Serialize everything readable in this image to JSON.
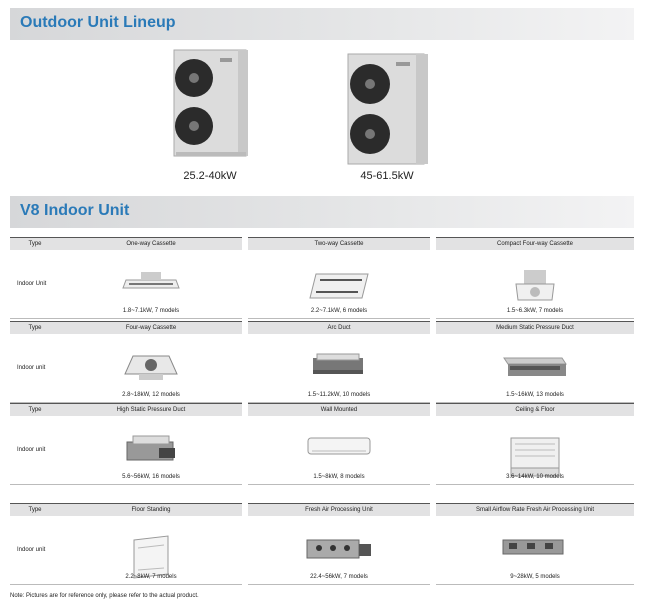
{
  "outdoor": {
    "title": "Outdoor Unit Lineup",
    "units": [
      {
        "capacity": "25.2-40kW"
      },
      {
        "capacity": "45-61.5kW"
      }
    ]
  },
  "indoor": {
    "title": "V8 Indoor Unit",
    "type_header": "Type",
    "blocks": [
      {
        "row_label": "Indoor Unit",
        "cells": [
          {
            "name": "One-way Cassette",
            "spec": "1.8~7.1kW, 7 models",
            "icon": "oneway-cassette-icon"
          },
          {
            "name": "Two-way Cassette",
            "spec": "2.2~7.1kW, 6 models",
            "icon": "twoway-cassette-icon"
          },
          {
            "name": "Compact Four-way Cassette",
            "spec": "1.5~6.3kW, 7 models",
            "icon": "compact-cassette-icon"
          }
        ]
      },
      {
        "row_label": "Indoor unit",
        "cells": [
          {
            "name": "Four-way Cassette",
            "spec": "2.8~18kW, 12 models",
            "icon": "fourway-cassette-icon"
          },
          {
            "name": "Arc Duct",
            "spec": "1.5~11.2kW, 10 models",
            "icon": "arc-duct-icon"
          },
          {
            "name": "Medium Static Pressure Duct",
            "spec": "1.5~16kW, 13 models",
            "icon": "medium-duct-icon"
          }
        ]
      },
      {
        "row_label": "Indoor unit",
        "cells": [
          {
            "name": "High Static Pressure Duct",
            "spec": "5.6~56kW, 16 models",
            "icon": "high-duct-icon"
          },
          {
            "name": "Wall Mounted",
            "spec": "1.5~8kW, 8 models",
            "icon": "wall-mounted-icon"
          },
          {
            "name": "Ceiling & Floor",
            "spec": "3.6~14kW, 10 models",
            "icon": "ceiling-floor-icon"
          }
        ]
      },
      {
        "row_label": "Indoor unit",
        "cells": [
          {
            "name": "Floor Standing",
            "spec": "2.2~8kW, 7 models",
            "icon": "floor-standing-icon"
          },
          {
            "name": "Fresh Air Processing Unit",
            "spec": "22.4~56kW, 7 models",
            "icon": "fresh-air-unit-icon"
          },
          {
            "name": "Small Airflow Rate Fresh Air Processing Unit",
            "spec": "9~28kW, 5 models",
            "icon": "small-fresh-air-unit-icon"
          }
        ]
      }
    ]
  },
  "note": "Note: Pictures are for reference only, please refer to the actual product."
}
